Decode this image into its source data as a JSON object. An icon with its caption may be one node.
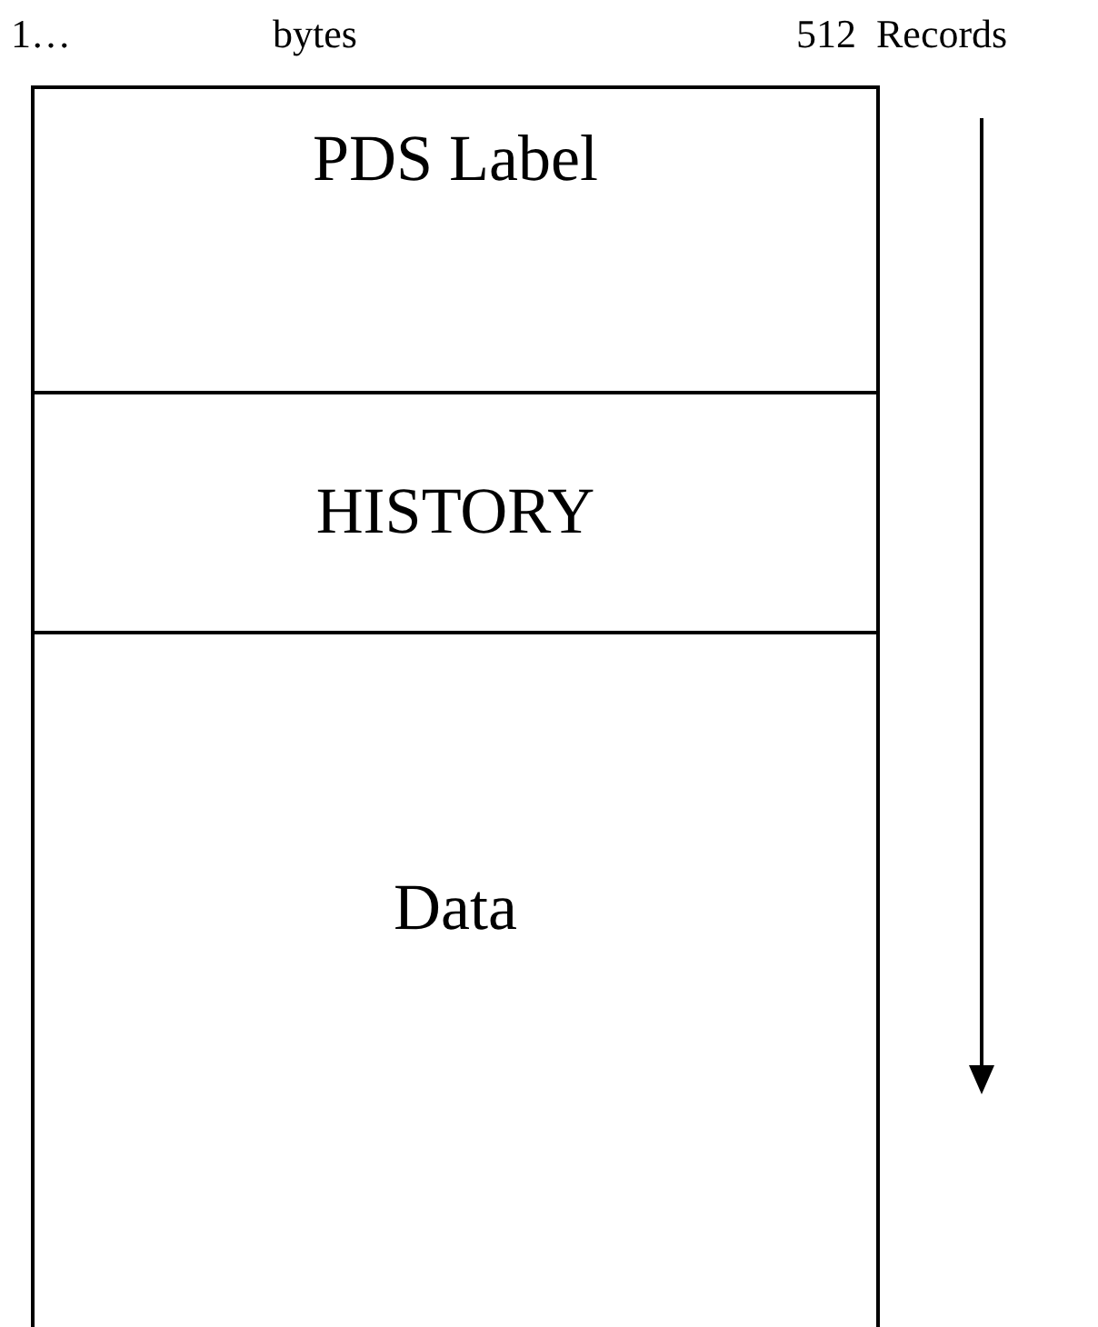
{
  "diagram": {
    "nodes": [
      {
        "text": [
          "PDS Label"
        ]
      },
      {
        "text": [
          "HISTORY"
        ]
      },
      {
        "text": [
          "Data"
        ]
      }
    ],
    "labels": [
      "1…",
      "bytes",
      "512",
      "Records"
    ]
  }
}
